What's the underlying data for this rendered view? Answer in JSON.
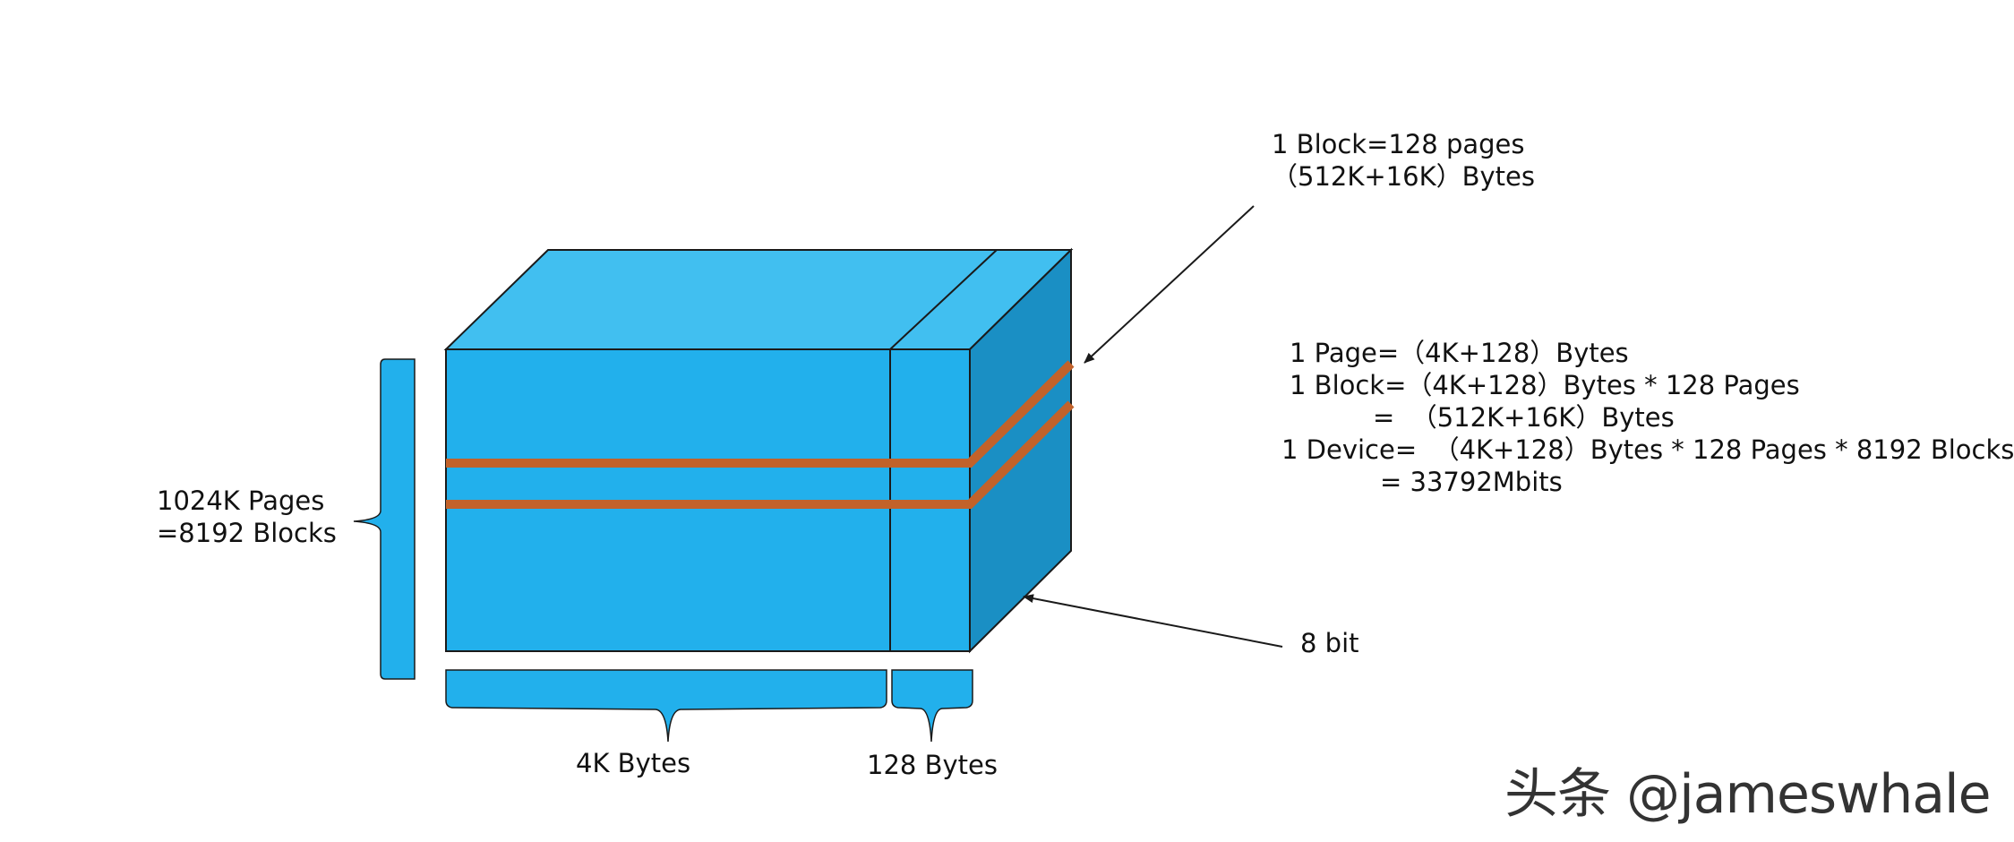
{
  "colors": {
    "front": "#22b0ec",
    "top": "#41bff0",
    "side": "#1a8fc4",
    "stripe": "#c2622a",
    "brace": "#22b0ec",
    "outline": "#1a1a1a",
    "text": "#111111"
  },
  "labels": {
    "block_title_1": "1 Block=128 pages",
    "block_title_2": "（512K+16K）Bytes",
    "formula_1": "1 Page=（4K+128）Bytes",
    "formula_2": "1 Block=（4K+128）Bytes * 128 Pages",
    "formula_3": "=  （512K+16K）Bytes",
    "formula_4": "1 Device=  （4K+128）Bytes * 128 Pages * 8192 Blocks",
    "formula_5": "= 33792Mbits",
    "height_1": "1024K Pages",
    "height_2": "=8192 Blocks",
    "width_data": "4K Bytes",
    "width_spare": "128 Bytes",
    "depth": "8 bit"
  },
  "watermark": "头条 @jameswhale"
}
